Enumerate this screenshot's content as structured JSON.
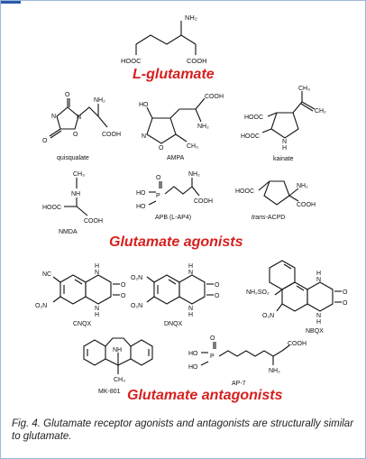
{
  "colors": {
    "heading_red": "#d6201f",
    "ink": "#111111",
    "frame_blue": "#9cb8d6",
    "accent_blue": "#2a5aa8"
  },
  "headings": {
    "glutamate": "L-glutamate",
    "agonists": "Glutamate agonists",
    "antagonists": "Glutamate antagonists"
  },
  "compounds": {
    "glutamate": {
      "nh2": "NH₂",
      "left_acid": "HOOC",
      "right_acid": "COOH"
    },
    "quisqualate": {
      "name": "quisqualate",
      "o_top": "O",
      "o_left": "O",
      "n_left": "N",
      "n_ring": "N",
      "o_ring": "O",
      "nh2": "NH₂",
      "cooh": "COOH"
    },
    "ampa": {
      "name": "AMPA",
      "cooh": "COOH",
      "ho": "HO",
      "nh2": "NH₂",
      "n": "N",
      "o": "O",
      "ch3": "CH₃"
    },
    "kainate": {
      "name": "kainate",
      "ch3_top": "CH₃",
      "ch2": "CH₂",
      "hooc_top": "HOOC",
      "hooc_bottom": "HOOC",
      "n": "N",
      "h": "H"
    },
    "nmda": {
      "name": "NMDA",
      "ch3": "CH₃",
      "nh": "NH",
      "hooc": "HOOC",
      "cooh": "COOH"
    },
    "apb": {
      "name": "APB (L-AP4)",
      "ho1": "HO",
      "ho2": "HO",
      "p": "P",
      "o": "O",
      "nh2": "NH₂",
      "cooh": "COOH"
    },
    "acpd": {
      "name_prefix": "trans",
      "name_suffix": "-ACPD",
      "hooc": "HOOC",
      "nh2": "NH₂",
      "cooh": "COOH"
    },
    "cnqx": {
      "name": "CNQX",
      "nc": "NC",
      "o2n": "O₂N",
      "h_top": "H",
      "n_top": "N",
      "n_bottom": "N",
      "h_bottom": "H",
      "o_top": "O",
      "o_bottom": "O"
    },
    "dnqx": {
      "name": "DNQX",
      "o2n_top": "O₂N",
      "o2n_bottom": "O₂N",
      "h_top": "H",
      "n_top": "N",
      "n_bottom": "N",
      "h_bottom": "H",
      "o_top": "O",
      "o_bottom": "O"
    },
    "nbqx": {
      "name": "NBQX",
      "nh2so2": "NH₂SO₂",
      "o2n": "O₂N",
      "h_top": "H",
      "n_top": "N",
      "n_bottom": "N",
      "h_bottom": "H",
      "o_top": "O",
      "o_bottom": "O"
    },
    "mk801": {
      "name": "MK-801",
      "nh": "NH",
      "ch3": "CH₃"
    },
    "ap7": {
      "name": "AP-7",
      "ho1": "HO",
      "ho2": "HO",
      "p": "P",
      "o": "O",
      "cooh": "COOH",
      "nh2": "NH₂"
    }
  },
  "caption": "Fig. 4. Glutamate receptor agonists and antagonists are structurally similar to glutamate."
}
